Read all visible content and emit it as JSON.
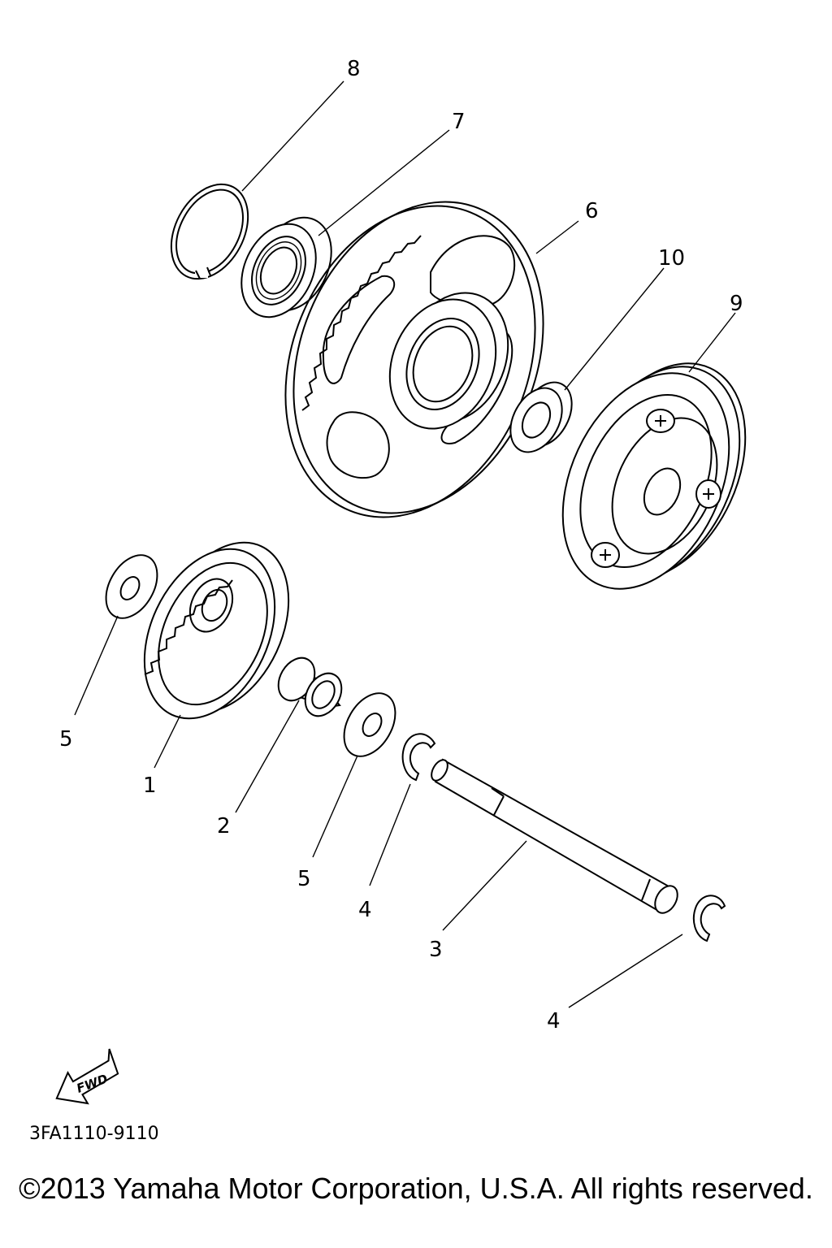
{
  "callouts": {
    "c8": "8",
    "c7": "7",
    "c6": "6",
    "c10": "10",
    "c9": "9",
    "c5a": "5",
    "c1": "1",
    "c2": "2",
    "c5b": "5",
    "c4a": "4",
    "c3": "3",
    "c4b": "4"
  },
  "fwd_label": "FWD",
  "diagram_code": "3FA1110-9110",
  "copyright": "©2013 Yamaha Motor Corporation, U.S.A. All rights reserved."
}
